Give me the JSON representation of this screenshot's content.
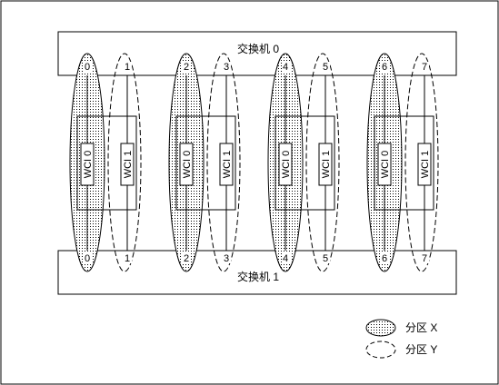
{
  "switches": [
    {
      "label": "交换机 0"
    },
    {
      "label": "交换机 1"
    }
  ],
  "groups": [
    {
      "ports": [
        "0",
        "1"
      ],
      "wci": [
        "WCI 0",
        "WCI 1"
      ]
    },
    {
      "ports": [
        "2",
        "3"
      ],
      "wci": [
        "WCI 0",
        "WCI 1"
      ]
    },
    {
      "ports": [
        "4",
        "5"
      ],
      "wci": [
        "WCI 0",
        "WCI 1"
      ]
    },
    {
      "ports": [
        "6",
        "7"
      ],
      "wci": [
        "WCI 0",
        "WCI 1"
      ]
    }
  ],
  "legend": {
    "partition_x": "分区 X",
    "partition_y": "分区 Y"
  },
  "colors": {
    "stroke": "#000000",
    "background": "#ffffff",
    "stipple": "#000000"
  }
}
